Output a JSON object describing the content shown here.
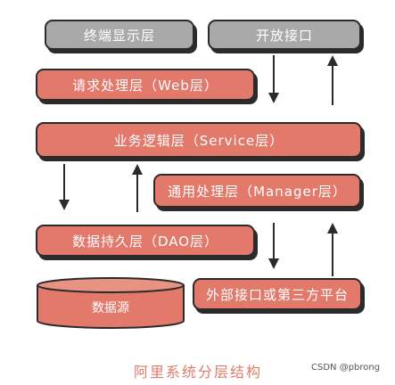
{
  "layers": {
    "terminal": "终端显示层",
    "open_api": "开放接口",
    "web": "请求处理层（Web层）",
    "service": "业务逻辑层（Service层）",
    "manager": "通用处理层（Manager层）",
    "dao": "数据持久层（DAO层）",
    "datasource": "数据源",
    "external": "外部接口或第三方平台"
  },
  "caption": "阿里系统分层结构",
  "credit": "CSDN @pbrong",
  "colors": {
    "gray": "#a9a9aa",
    "red": "#e2796b",
    "outline": "#2b2b2b"
  }
}
